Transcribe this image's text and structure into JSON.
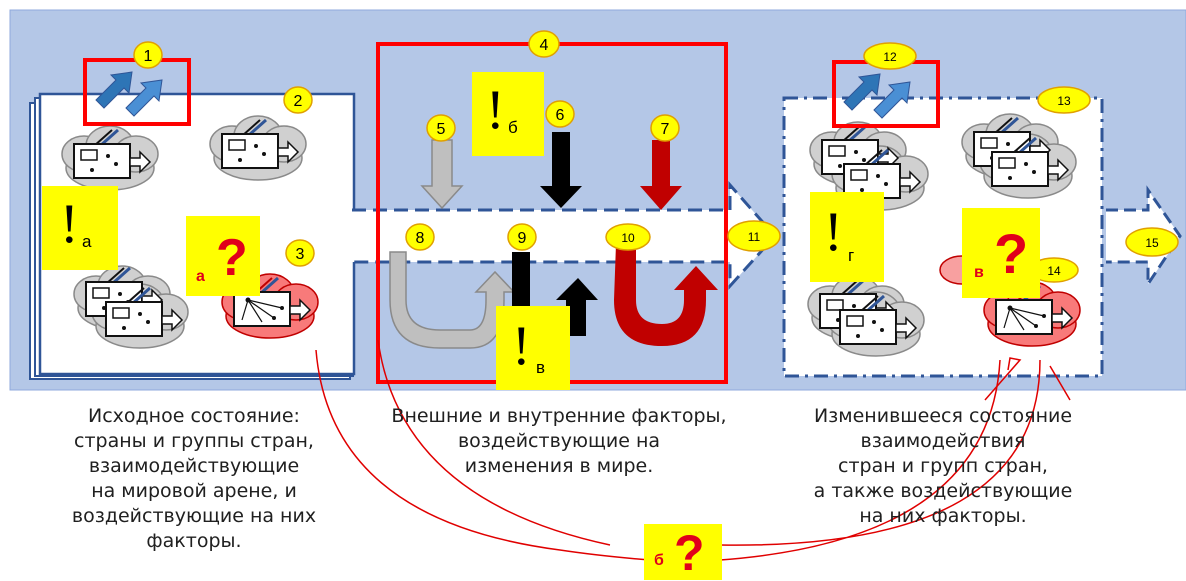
{
  "badges": [
    "1",
    "2",
    "3",
    "4",
    "5",
    "6",
    "7",
    "8",
    "9",
    "10",
    "11",
    "12",
    "13",
    "14",
    "15"
  ],
  "markers": {
    "a": "а",
    "b": "б",
    "v": "в",
    "g": "г"
  },
  "questions": {
    "a": "а",
    "b": "б",
    "v": "в",
    "symbol": "?"
  },
  "exclamation": "!",
  "captions": {
    "left": "Исходное состояние:\nстраны и группы стран,\nвзаимодействующие\nна мировой арене, и\nвоздействующие на них\nфакторы.",
    "middle": "Внешние и внутренние факторы,\nвоздействующие на\nизменения в мире.",
    "right": "Изменившееся состояние\nвзаимодействия\nстран и групп стран,\nа также воздействующие\nна них факторы."
  },
  "colors": {
    "panel": "#b4c7e7",
    "frame_blue": "#2f5597",
    "red": "#ff0000",
    "yellow": "#ffff00",
    "dark_red": "#c00000",
    "grey": "#bfbfbf",
    "cloud_grey": "#d0d0d0",
    "cloud_red": "#f87a7a"
  }
}
